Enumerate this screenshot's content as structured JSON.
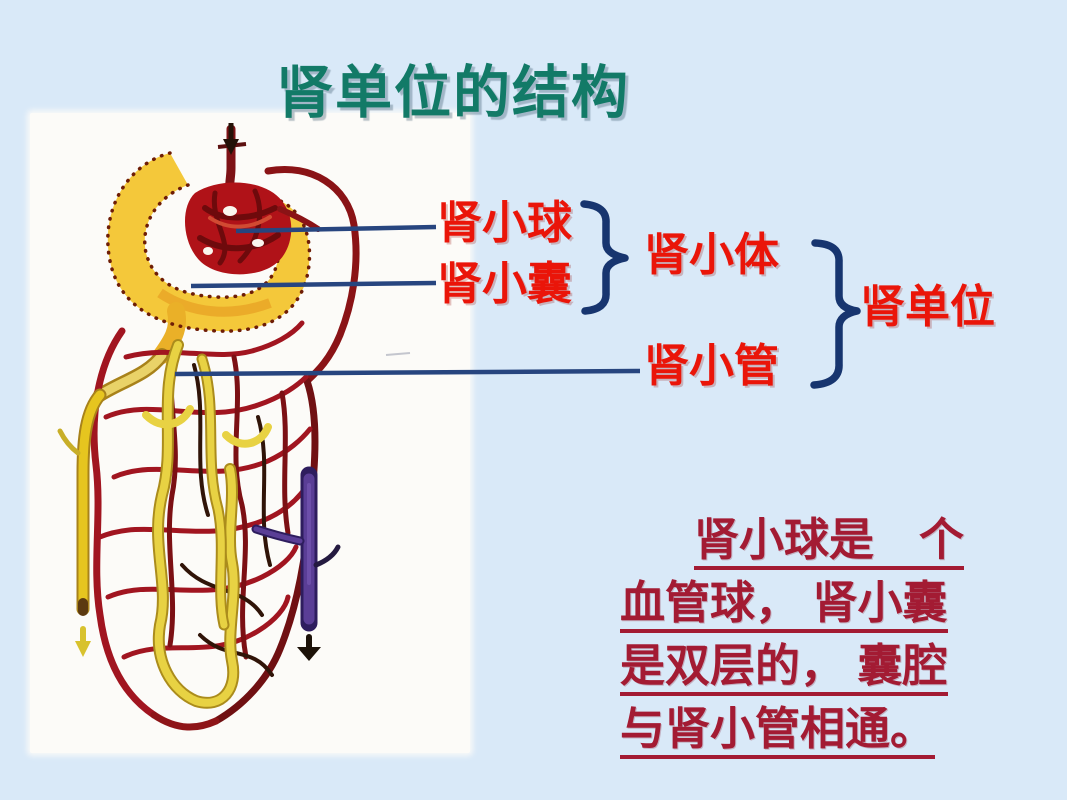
{
  "title": {
    "text": "肾单位的结构"
  },
  "diagram_labels": {
    "glomerulus": "肾小球",
    "capsule": "肾小囊",
    "corpuscle": "肾小体",
    "tubule": "肾小管",
    "nephron": "肾单位"
  },
  "note": {
    "lines": [
      "肾小球是　个",
      "血管球， 肾小囊",
      "是双层的， 囊腔",
      "与肾小管相通。"
    ]
  },
  "colors": {
    "background": "#d9e9f8",
    "panel": "#fcfbf8",
    "title_teal": "#127a67",
    "label_red": "#ea1509",
    "note_crimson": "#a31b33",
    "connector_navy": "#1f3f82",
    "vessel_dark_red": "#8a1316",
    "glomerulus_red": "#b01218",
    "capsule_yellow": "#f4c83a",
    "tubule_yellow": "#e8d243",
    "vein_purple": "#5a3e96"
  },
  "diagram": {
    "name": "nephron-illustration",
    "parts": [
      "afferent-arteriole",
      "glomerulus-ball",
      "bowman-capsule",
      "efferent-arteriole",
      "capillary-network",
      "henle-loop",
      "collecting-duct",
      "renal-venule"
    ]
  }
}
